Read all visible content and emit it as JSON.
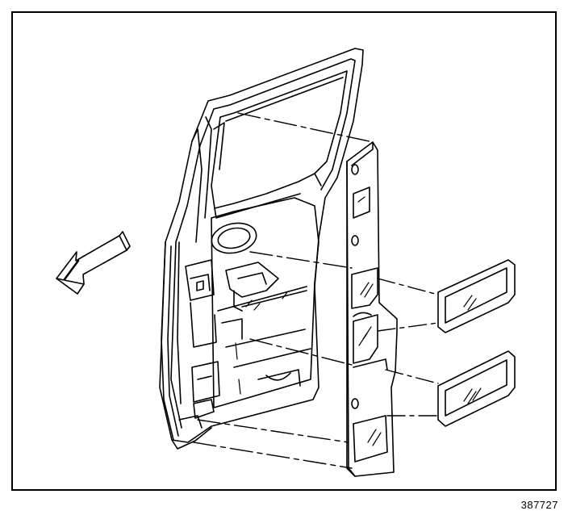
{
  "figure": {
    "figure_number": "387727",
    "line_color": "#000000",
    "background": "#ffffff"
  },
  "callouts": {
    "direction_arrow": "arrow-forward-left",
    "parts": [
      "door-panel-frame",
      "door-module-panel",
      "upper-patch-panel",
      "lower-patch-panel"
    ]
  }
}
